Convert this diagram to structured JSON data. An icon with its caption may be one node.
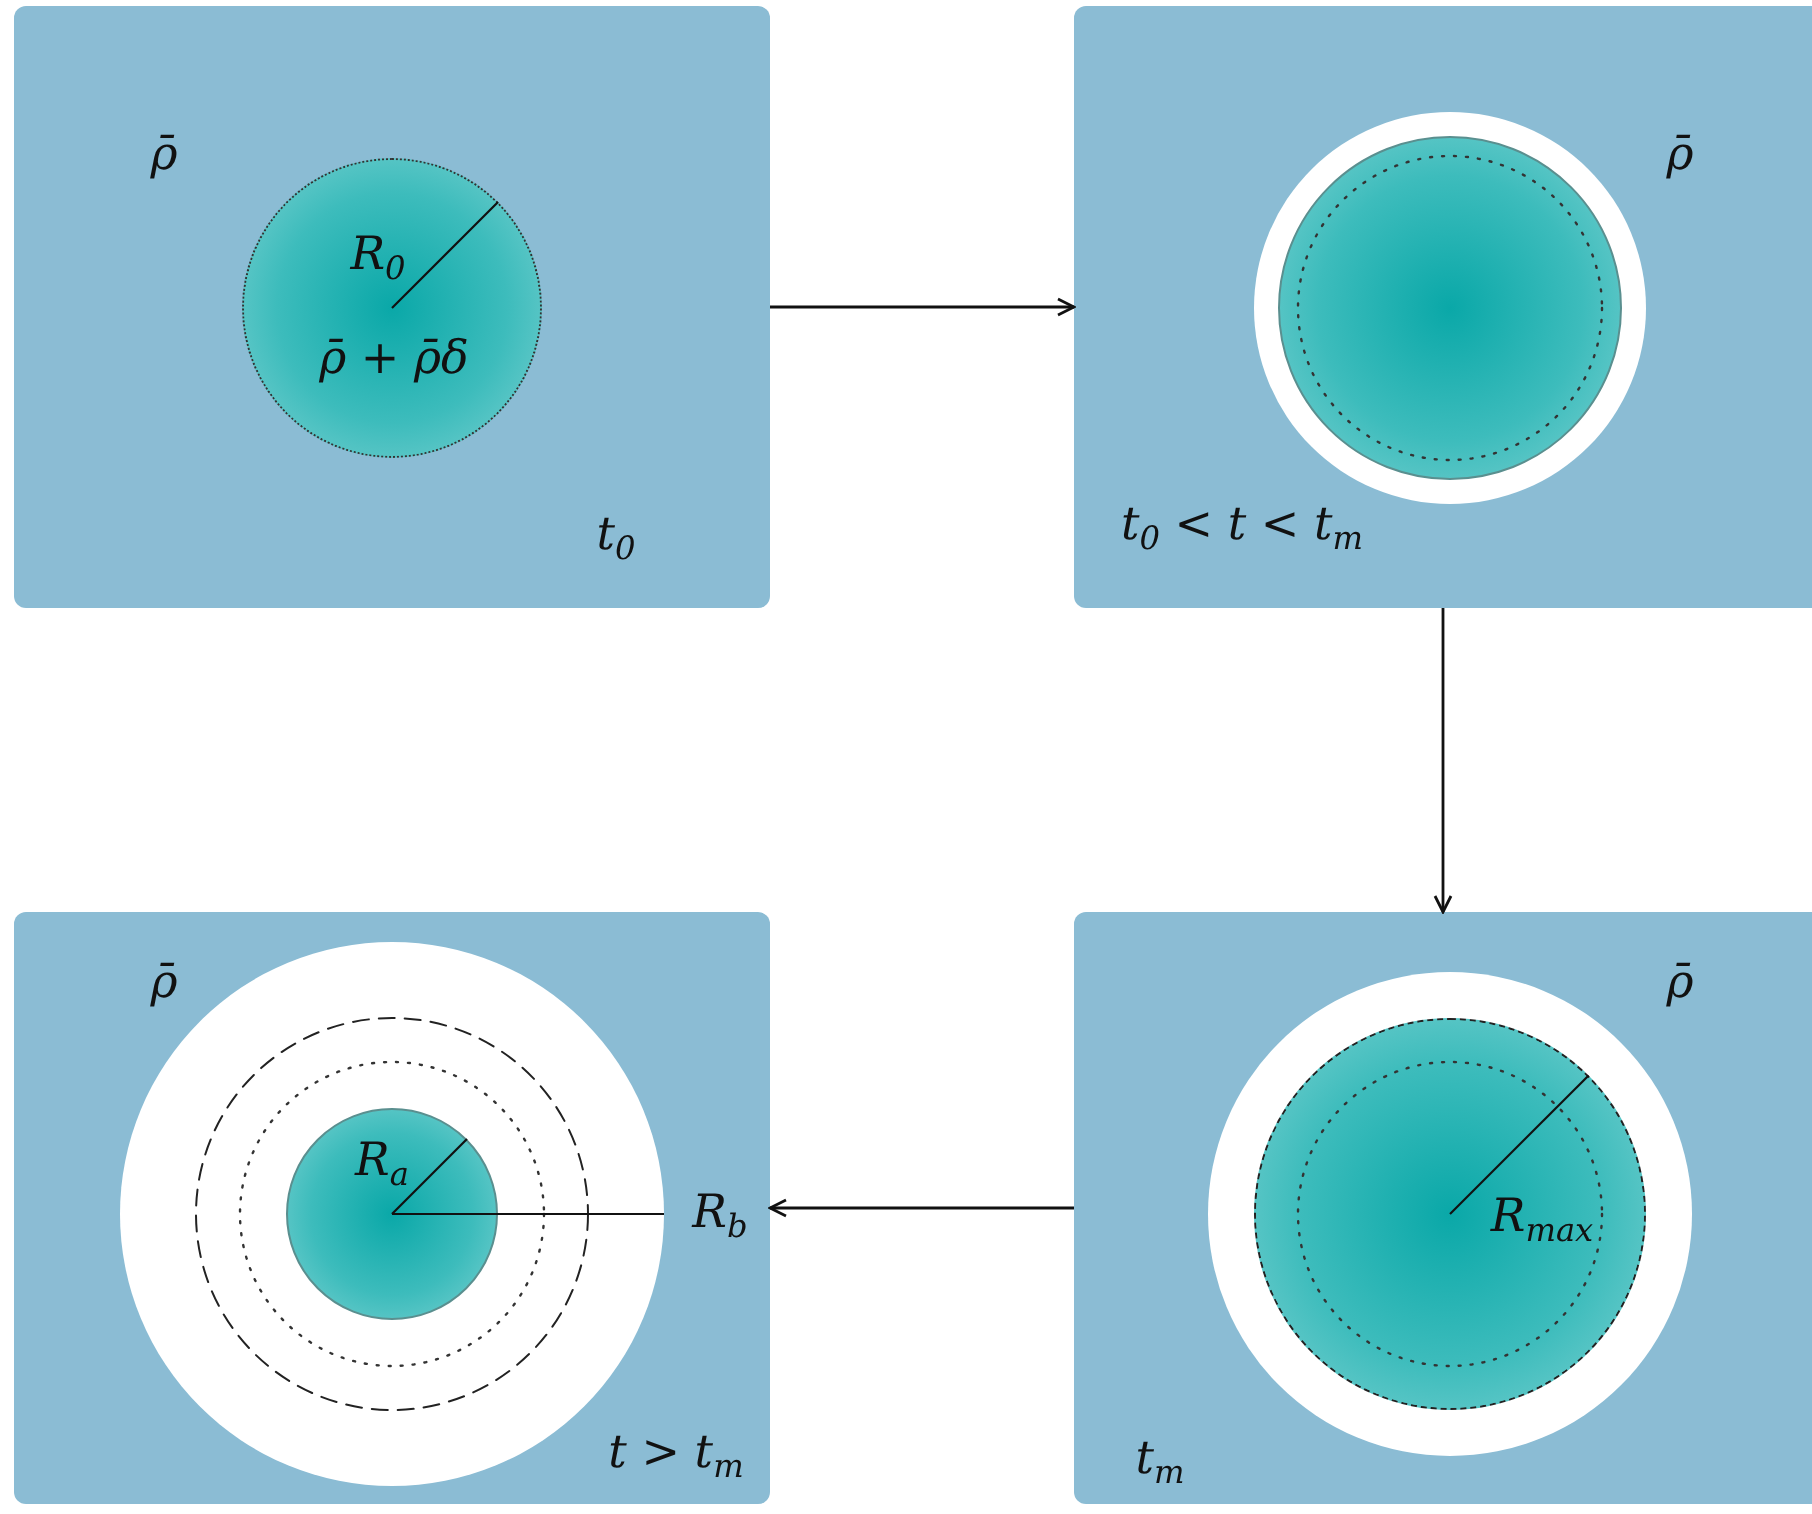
{
  "diagram": {
    "nodes": [
      {
        "text": [
          "ρ̄",
          "t$_{0}$"
        ]
      },
      {
        "text": [
          "R$_{0}$",
          "ρ̄ + ρ̄δ"
        ],
        "in": 0
      },
      {
        "text": [
          "ρ̄",
          "t$_{0}$ < t < t$_{m}$"
        ]
      },
      {
        "text": [],
        "shape": "circle",
        "in": 2
      },
      {
        "text": [
          "ρ̄",
          "R$_{b}$",
          "t > t$_{m}$"
        ]
      },
      {
        "text": [
          "R$_{a}$"
        ],
        "in": 4
      },
      {
        "text": [
          "ρ̄",
          "t$_{m}$"
        ]
      },
      {
        "text": [
          "R$_{max}$"
        ],
        "in": 6
      }
    ],
    "edges": [
      {
        "from": 0,
        "to": 2,
        "arrow": "to"
      },
      {
        "from": 2,
        "to": 6,
        "arrow": "to"
      },
      {
        "from": 6,
        "to": 4,
        "arrow": "to"
      }
    ]
  }
}
